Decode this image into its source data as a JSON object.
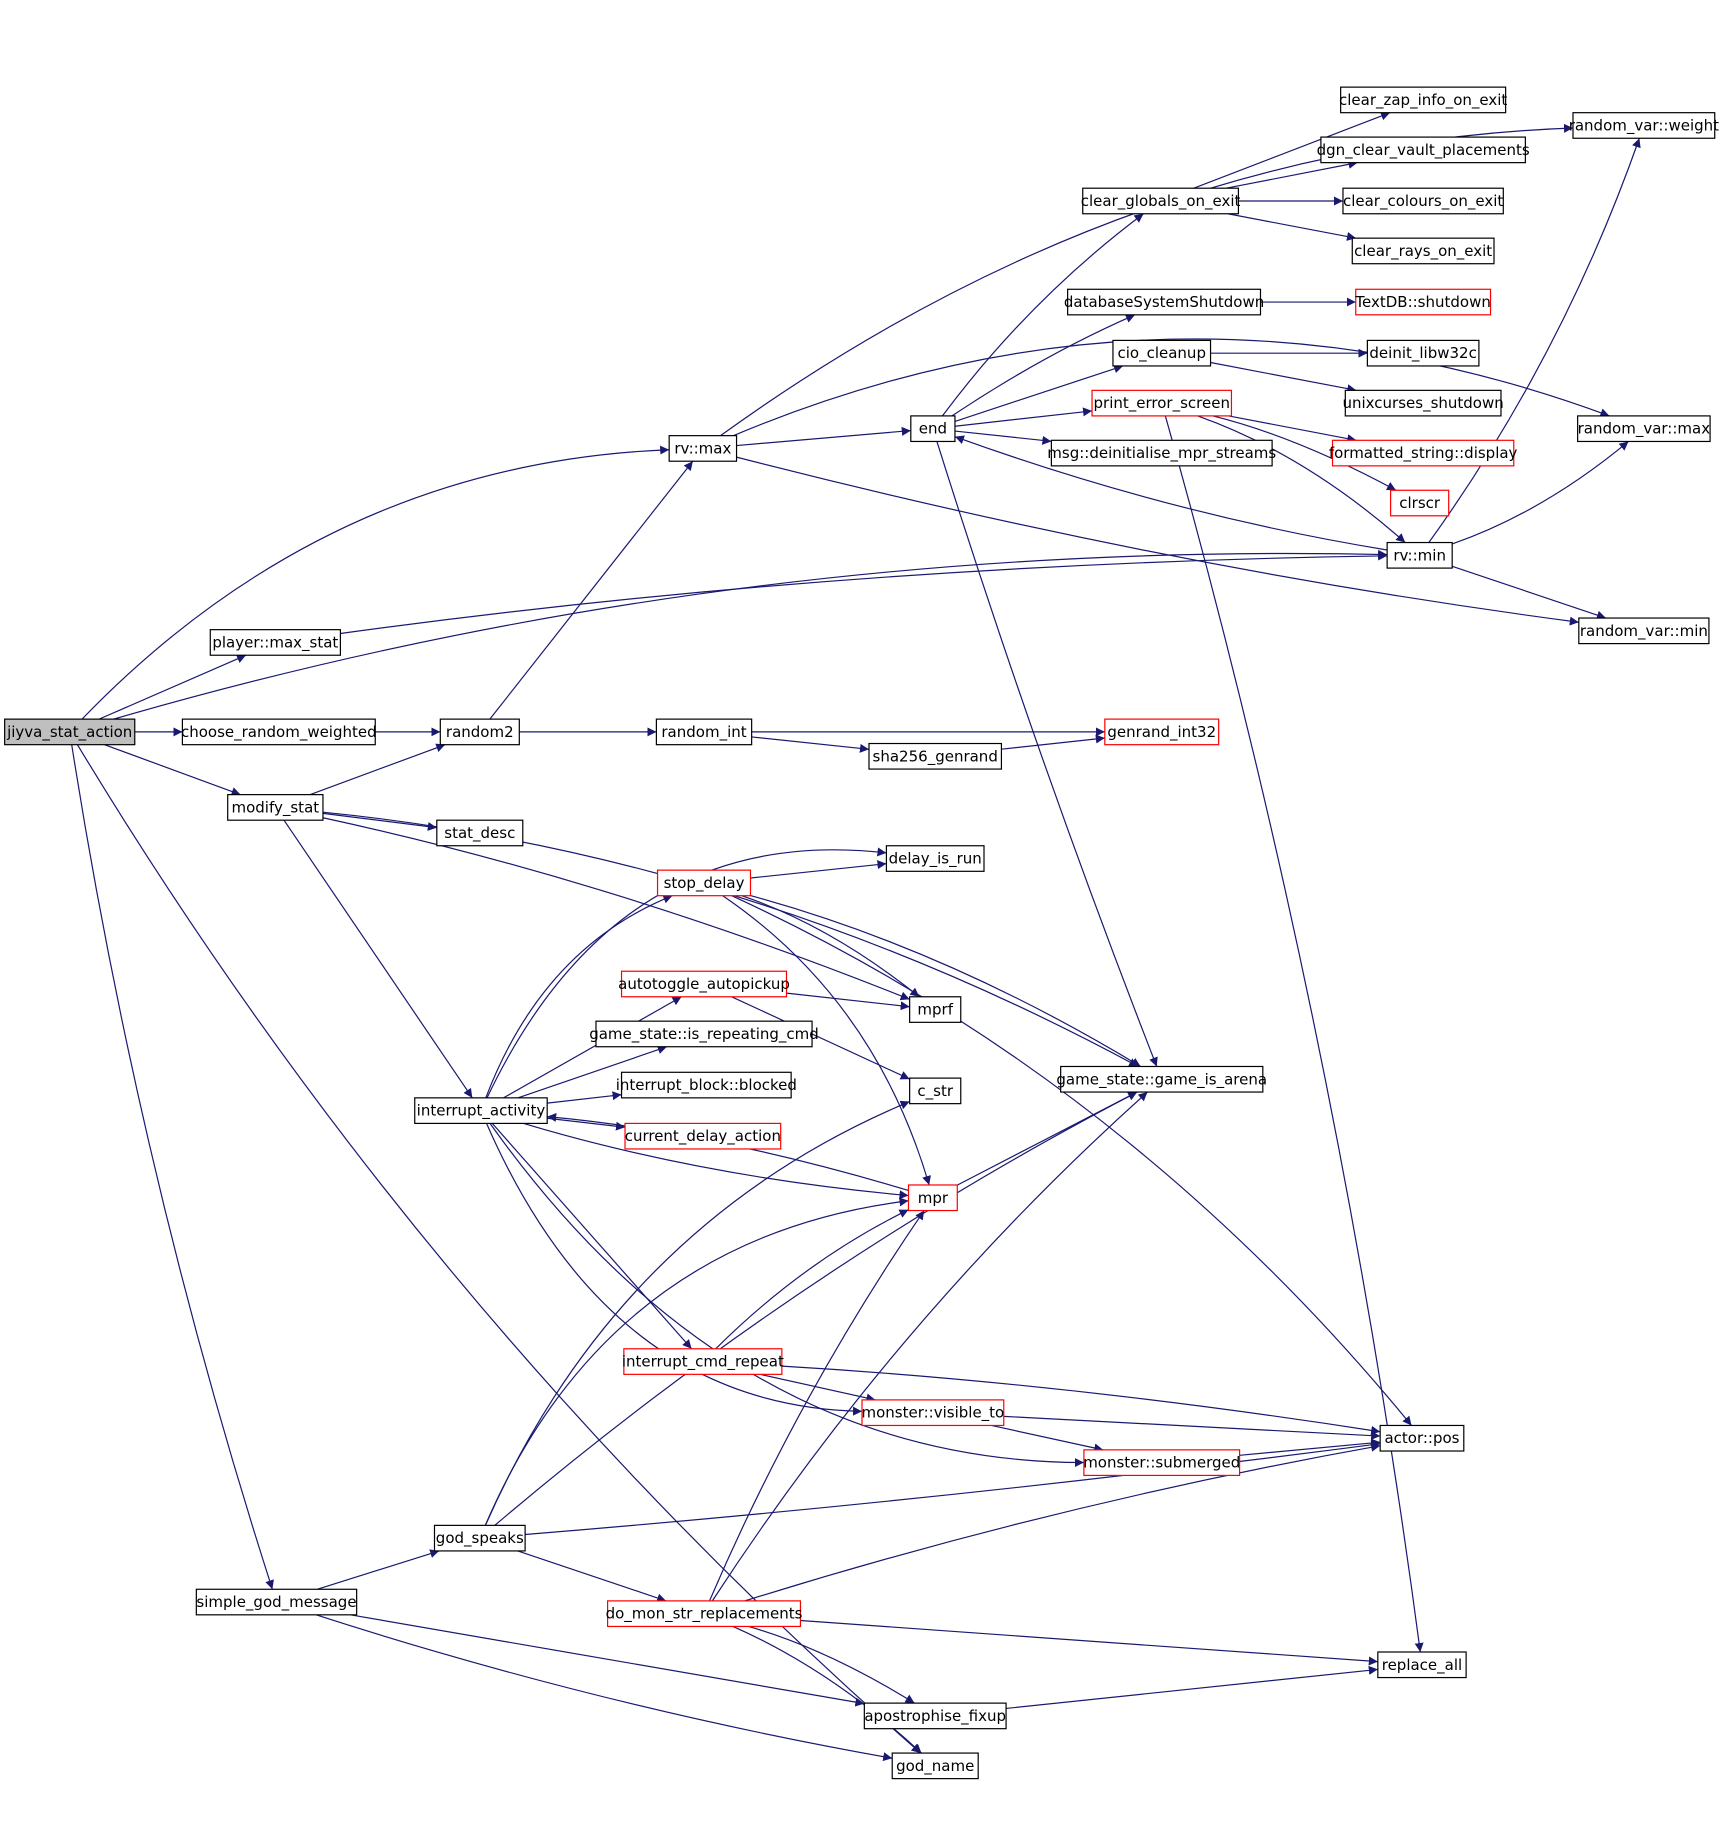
{
  "colors": {
    "edge": "#191970",
    "node_border": "#000000",
    "node_border_truncated": "#ff0000",
    "root_fill": "#bfbfbf",
    "node_fill": "#ffffff"
  },
  "nodes": {
    "jiyva_stat_action": {
      "label": "jiyva_stat_action",
      "style": "root"
    },
    "player_max_stat": {
      "label": "player::max_stat",
      "style": "normal"
    },
    "choose_random_weighted": {
      "label": "choose_random_weighted",
      "style": "normal"
    },
    "modify_stat": {
      "label": "modify_stat",
      "style": "normal"
    },
    "rv_max": {
      "label": "rv::max",
      "style": "normal"
    },
    "end": {
      "label": "end",
      "style": "normal"
    },
    "clear_globals_on_exit": {
      "label": "clear_globals_on_exit",
      "style": "normal"
    },
    "clear_zap_info_on_exit": {
      "label": "clear_zap_info_on_exit",
      "style": "normal"
    },
    "dgn_clear_vault_placements": {
      "label": "dgn_clear_vault_placements",
      "style": "normal"
    },
    "clear_colours_on_exit": {
      "label": "clear_colours_on_exit",
      "style": "normal"
    },
    "clear_rays_on_exit": {
      "label": "clear_rays_on_exit",
      "style": "normal"
    },
    "databaseSystemShutdown": {
      "label": "databaseSystemShutdown",
      "style": "normal"
    },
    "textdb_shutdown": {
      "label": "TextDB::shutdown",
      "style": "truncated"
    },
    "cio_cleanup": {
      "label": "cio_cleanup",
      "style": "normal"
    },
    "deinit_libw32c": {
      "label": "deinit_libw32c",
      "style": "normal"
    },
    "unixcurses_shutdown": {
      "label": "unixcurses_shutdown",
      "style": "normal"
    },
    "print_error_screen": {
      "label": "print_error_screen",
      "style": "truncated"
    },
    "formatted_string_display": {
      "label": "formatted_string::display",
      "style": "truncated"
    },
    "msg_deinitialise": {
      "label": "msg::deinitialise_mpr_streams",
      "style": "normal"
    },
    "clrscr": {
      "label": "clrscr",
      "style": "truncated"
    },
    "rv_min": {
      "label": "rv::min",
      "style": "normal"
    },
    "random_var_weight": {
      "label": "random_var::weight",
      "style": "normal"
    },
    "random_var_max": {
      "label": "random_var::max",
      "style": "normal"
    },
    "random_var_min": {
      "label": "random_var::min",
      "style": "normal"
    },
    "random2": {
      "label": "random2",
      "style": "normal"
    },
    "random_int": {
      "label": "random_int",
      "style": "normal"
    },
    "sha256_genrand": {
      "label": "sha256_genrand",
      "style": "normal"
    },
    "genrand_int32": {
      "label": "genrand_int32",
      "style": "truncated"
    },
    "stat_desc": {
      "label": "stat_desc",
      "style": "normal"
    },
    "delay_is_run": {
      "label": "delay_is_run",
      "style": "normal"
    },
    "stop_delay": {
      "label": "stop_delay",
      "style": "truncated"
    },
    "autotoggle_autopickup": {
      "label": "autotoggle_autopickup",
      "style": "truncated"
    },
    "mprf": {
      "label": "mprf",
      "style": "normal"
    },
    "is_repeating_cmd": {
      "label": "game_state::is_repeating_cmd",
      "style": "normal"
    },
    "c_str": {
      "label": "c_str",
      "style": "normal"
    },
    "game_is_arena": {
      "label": "game_state::game_is_arena",
      "style": "normal"
    },
    "interrupt_activity": {
      "label": "interrupt_activity",
      "style": "normal"
    },
    "interrupt_block_blocked": {
      "label": "interrupt_block::blocked",
      "style": "normal"
    },
    "current_delay_action": {
      "label": "current_delay_action",
      "style": "truncated"
    },
    "mpr": {
      "label": "mpr",
      "style": "truncated"
    },
    "interrupt_cmd_repeat": {
      "label": "interrupt_cmd_repeat",
      "style": "truncated"
    },
    "monster_visible_to": {
      "label": "monster::visible_to",
      "style": "truncated"
    },
    "actor_pos": {
      "label": "actor::pos",
      "style": "normal"
    },
    "monster_submerged": {
      "label": "monster::submerged",
      "style": "truncated"
    },
    "god_speaks": {
      "label": "god_speaks",
      "style": "normal"
    },
    "simple_god_message": {
      "label": "simple_god_message",
      "style": "normal"
    },
    "do_mon_str_replacements": {
      "label": "do_mon_str_replacements",
      "style": "truncated"
    },
    "replace_all": {
      "label": "replace_all",
      "style": "normal"
    },
    "apostrophise_fixup": {
      "label": "apostrophise_fixup",
      "style": "normal"
    },
    "god_name": {
      "label": "god_name",
      "style": "normal"
    }
  },
  "edges": [
    [
      "jiyva_stat_action",
      "rv_max"
    ],
    [
      "jiyva_stat_action",
      "rv_min"
    ],
    [
      "jiyva_stat_action",
      "player_max_stat"
    ],
    [
      "jiyva_stat_action",
      "choose_random_weighted"
    ],
    [
      "jiyva_stat_action",
      "modify_stat"
    ],
    [
      "jiyva_stat_action",
      "simple_god_message"
    ],
    [
      "jiyva_stat_action",
      "god_name"
    ],
    [
      "player_max_stat",
      "rv_min"
    ],
    [
      "choose_random_weighted",
      "random2"
    ],
    [
      "modify_stat",
      "random2"
    ],
    [
      "modify_stat",
      "stat_desc"
    ],
    [
      "modify_stat",
      "game_is_arena"
    ],
    [
      "modify_stat",
      "mprf"
    ],
    [
      "modify_stat",
      "interrupt_activity"
    ],
    [
      "random2",
      "rv_max"
    ],
    [
      "random2",
      "random_int"
    ],
    [
      "random_int",
      "genrand_int32"
    ],
    [
      "random_int",
      "sha256_genrand"
    ],
    [
      "sha256_genrand",
      "genrand_int32"
    ],
    [
      "rv_max",
      "end"
    ],
    [
      "rv_max",
      "random_var_weight"
    ],
    [
      "rv_max",
      "random_var_max"
    ],
    [
      "rv_max",
      "random_var_min"
    ],
    [
      "rv_min",
      "end"
    ],
    [
      "rv_min",
      "random_var_weight"
    ],
    [
      "rv_min",
      "random_var_max"
    ],
    [
      "rv_min",
      "random_var_min"
    ],
    [
      "end",
      "clear_globals_on_exit"
    ],
    [
      "end",
      "databaseSystemShutdown"
    ],
    [
      "end",
      "cio_cleanup"
    ],
    [
      "end",
      "print_error_screen"
    ],
    [
      "end",
      "msg_deinitialise"
    ],
    [
      "end",
      "game_is_arena"
    ],
    [
      "clear_globals_on_exit",
      "clear_zap_info_on_exit"
    ],
    [
      "clear_globals_on_exit",
      "dgn_clear_vault_placements"
    ],
    [
      "clear_globals_on_exit",
      "clear_colours_on_exit"
    ],
    [
      "clear_globals_on_exit",
      "clear_rays_on_exit"
    ],
    [
      "databaseSystemShutdown",
      "textdb_shutdown"
    ],
    [
      "cio_cleanup",
      "deinit_libw32c"
    ],
    [
      "cio_cleanup",
      "unixcurses_shutdown"
    ],
    [
      "print_error_screen",
      "formatted_string_display"
    ],
    [
      "print_error_screen",
      "clrscr"
    ],
    [
      "print_error_screen",
      "rv_min"
    ],
    [
      "print_error_screen",
      "replace_all"
    ],
    [
      "interrupt_activity",
      "delay_is_run"
    ],
    [
      "interrupt_activity",
      "stop_delay"
    ],
    [
      "interrupt_activity",
      "autotoggle_autopickup"
    ],
    [
      "interrupt_activity",
      "is_repeating_cmd"
    ],
    [
      "interrupt_activity",
      "interrupt_block_blocked"
    ],
    [
      "interrupt_activity",
      "current_delay_action"
    ],
    [
      "interrupt_activity",
      "mpr"
    ],
    [
      "interrupt_activity",
      "interrupt_cmd_repeat"
    ],
    [
      "interrupt_activity",
      "monster_visible_to"
    ],
    [
      "interrupt_activity",
      "monster_submerged"
    ],
    [
      "stop_delay",
      "delay_is_run"
    ],
    [
      "stop_delay",
      "mprf"
    ],
    [
      "stop_delay",
      "game_is_arena"
    ],
    [
      "stop_delay",
      "actor_pos"
    ],
    [
      "stop_delay",
      "mpr"
    ],
    [
      "autotoggle_autopickup",
      "mprf"
    ],
    [
      "autotoggle_autopickup",
      "c_str"
    ],
    [
      "mpr",
      "interrupt_activity"
    ],
    [
      "mpr",
      "game_is_arena"
    ],
    [
      "interrupt_cmd_repeat",
      "mpr"
    ],
    [
      "interrupt_cmd_repeat",
      "monster_visible_to"
    ],
    [
      "interrupt_cmd_repeat",
      "actor_pos"
    ],
    [
      "monster_visible_to",
      "actor_pos"
    ],
    [
      "monster_visible_to",
      "monster_submerged"
    ],
    [
      "monster_submerged",
      "actor_pos"
    ],
    [
      "simple_god_message",
      "god_speaks"
    ],
    [
      "simple_god_message",
      "apostrophise_fixup"
    ],
    [
      "simple_god_message",
      "god_name"
    ],
    [
      "god_speaks",
      "c_str"
    ],
    [
      "god_speaks",
      "mpr"
    ],
    [
      "god_speaks",
      "game_is_arena"
    ],
    [
      "god_speaks",
      "actor_pos"
    ],
    [
      "god_speaks",
      "do_mon_str_replacements"
    ],
    [
      "do_mon_str_replacements",
      "mpr"
    ],
    [
      "do_mon_str_replacements",
      "game_is_arena"
    ],
    [
      "do_mon_str_replacements",
      "actor_pos"
    ],
    [
      "do_mon_str_replacements",
      "replace_all"
    ],
    [
      "do_mon_str_replacements",
      "apostrophise_fixup"
    ],
    [
      "do_mon_str_replacements",
      "god_name"
    ],
    [
      "apostrophise_fixup",
      "replace_all"
    ]
  ]
}
